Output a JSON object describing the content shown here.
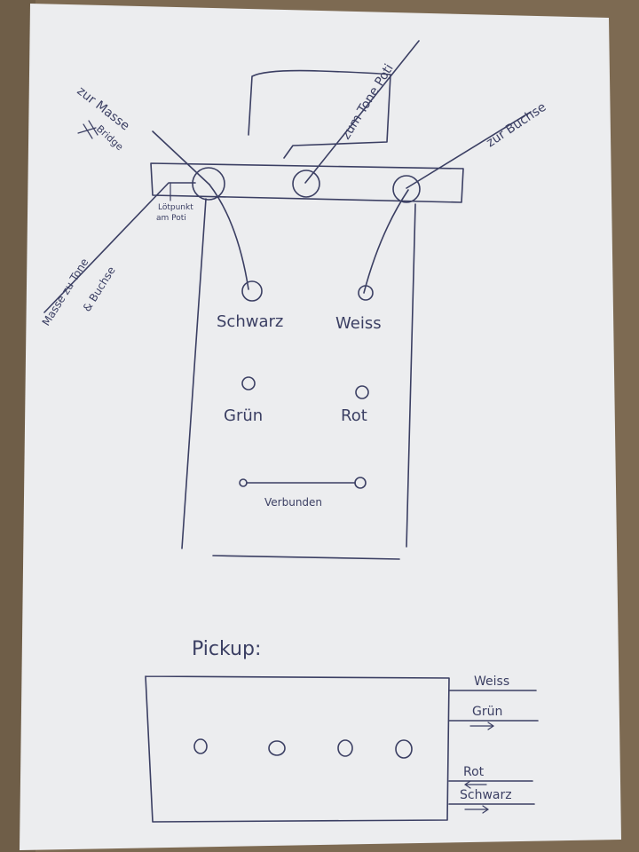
{
  "switch_diagram": {
    "label_ground_bridge": "zur Masse",
    "label_ground_bridge_2": "Bridge",
    "label_tone_poti": "zum Tone Poti",
    "label_jack": "zur Buchse",
    "label_solder_point": "Lötpunkt",
    "label_solder_point_2": "am Poti",
    "label_ground_tone_jack": "Masse zu Tone",
    "label_ground_tone_jack_2": "& Buchse",
    "terminal_black": "Schwarz",
    "terminal_white": "Weiss",
    "terminal_green": "Grün",
    "terminal_red": "Rot",
    "connected_label": "Verbunden"
  },
  "pickup": {
    "title": "Pickup:",
    "wires": [
      "Weiss",
      "Grün",
      "Rot",
      "Schwarz"
    ]
  },
  "colors": {
    "ink": "#3b3f63",
    "paper": "#ecedef",
    "table": "#7d6a52"
  }
}
